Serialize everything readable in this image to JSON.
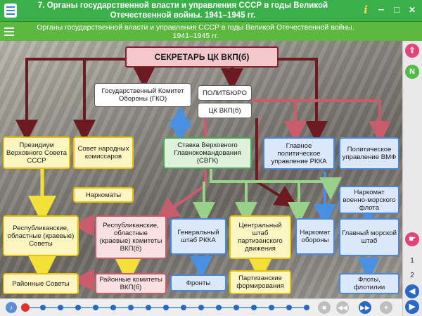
{
  "window": {
    "title_line1": "7. Органы государственной власти и управления СССР в годы Великой",
    "title_line2": "Отечественной войны. 1941–1945 гг.",
    "info_label": "i",
    "minimize_label": "–",
    "maximize_label": "□",
    "close_label": "✕"
  },
  "slide": {
    "title_line1": "Органы государственной власти и управления СССР в годы Великой Отечественной войны.",
    "title_line2": "1941–1945 гг."
  },
  "diagram": {
    "secretary": "СЕКРЕТАРЬ ЦК ВКП(б)",
    "gko": "Государственный Комитет Обороны (ГКО)",
    "politburo": "ПОЛИТБЮРО",
    "cc": "ЦК ВКП(б)",
    "presidium": "Президиум Верховного Совета СССР",
    "sovnarkom": "Совет народных комиссаров",
    "stavka": "Ставка Верховного Главнокомандования (СВГК)",
    "gpu_rkka": "Главное политическое управление РККА",
    "pu_vmf": "Политическое управление ВМФ",
    "narkomaty": "Наркоматы",
    "narkom_vmf": "Наркомат военно-морского флота",
    "rep_councils": "Республиканские, областные (краевые) Советы",
    "rep_committees": "Республиканские, областные (краевые) комитеты ВКП(б)",
    "gen_staff": "Генеральный штаб РККА",
    "partisan_hq": "Центральный штаб партизанского движения",
    "narkom_defense": "Наркомат обороны",
    "naval_staff": "Главный морской штаб",
    "district_councils": "Районные Советы",
    "district_committees": "Районные комитеты ВКП(б)",
    "fronts": "Фронты",
    "partisan_units": "Партизанские формирования",
    "fleets": "Флоты, флотилии"
  },
  "rail": {
    "page_1": "1",
    "page_2": "2",
    "top_btn_color": "#e0447a",
    "n_btn_label": "N"
  },
  "nav": {
    "timeline_steps": 17,
    "active_step": 0
  },
  "colors": {
    "titlebar": "#3bb04a",
    "arrow_dark": "#6b1a22",
    "arrow_pink": "#c95c6c",
    "arrow_blue": "#4a90e2",
    "arrow_green": "#9ad18a",
    "arrow_yellow": "#f3e13a"
  }
}
